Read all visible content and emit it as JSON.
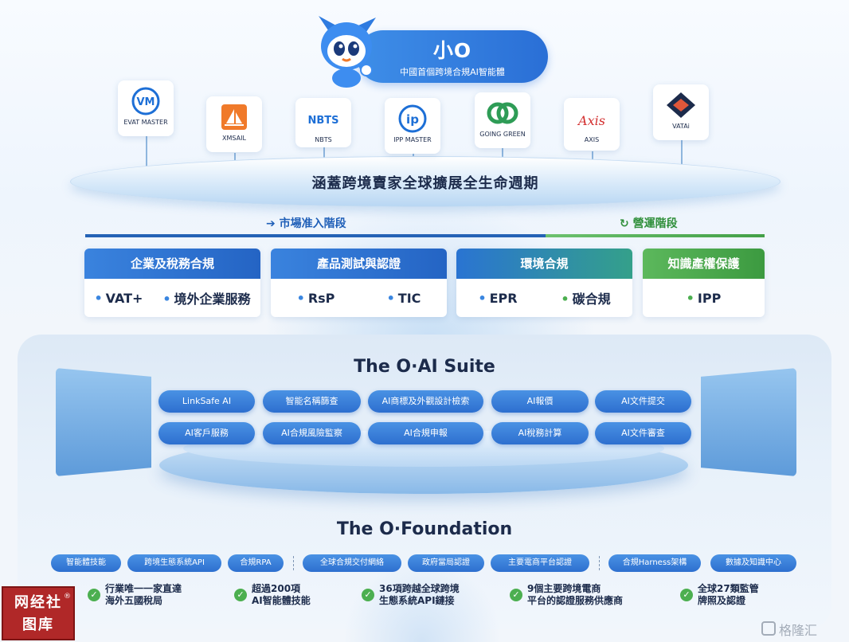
{
  "header": {
    "title": "小O",
    "subtitle": "中國首個跨境合規AI智能體"
  },
  "logos": [
    {
      "name": "EVAT MASTER",
      "icon": "vm-logo-icon",
      "color": "#1d6fd6"
    },
    {
      "name": "XMSAIL",
      "icon": "sail-logo-icon",
      "color": "#f07a2a"
    },
    {
      "name": "NBTS",
      "icon": "nbts-logo-icon",
      "color": "#1d6fd6"
    },
    {
      "name": "IPP MASTER",
      "icon": "ip-logo-icon",
      "color": "#1d6fd6"
    },
    {
      "name": "GOING GREEN",
      "icon": "gg-logo-icon",
      "color": "#2e9c56"
    },
    {
      "name": "AXIS",
      "icon": "axis-logo-icon",
      "color": "#d32f2f"
    },
    {
      "name": "VATAi",
      "icon": "vatai-logo-icon",
      "color": "#e0573a"
    }
  ],
  "lifecycle": "涵蓋跨境賣家全球擴展全生命週期",
  "stages": {
    "market_entry": "市場准入階段",
    "operations": "營運階段"
  },
  "categories": [
    {
      "title": "企業及稅務合規",
      "items": [
        "VAT+",
        "境外企業服務"
      ],
      "color": "#2a6fd0"
    },
    {
      "title": "產品測試與認證",
      "items": [
        "RsP",
        "TIC"
      ],
      "color": "#2a6fd0"
    },
    {
      "title": "環境合規",
      "items": [
        "EPR",
        "碳合規"
      ],
      "color": "#2e8fc7"
    },
    {
      "title": "知識產權保護",
      "items": [
        "IPP"
      ],
      "color": "#43a047"
    }
  ],
  "suite": {
    "title": "The O·AI Suite",
    "row1": [
      "LinkSafe AI",
      "智能名稱篩查",
      "AI商標及外觀設計檢索",
      "AI報價",
      "AI文件提交"
    ],
    "row2": [
      "AI客戶服務",
      "AI合規風險監察",
      "AI合規申報",
      "AI稅務計算",
      "AI文件審查"
    ]
  },
  "foundation": {
    "title": "The O·Foundation",
    "chips": [
      "智能體技能",
      "跨境生態系統API",
      "合規RPA",
      "全球合規交付網絡",
      "政府當局認證",
      "主要電商平台認證",
      "合規Harness架構",
      "數據及知識中心"
    ],
    "features": [
      {
        "line1": "行業唯一一家直達",
        "line2": "海外五國稅局"
      },
      {
        "line1": "超過200項",
        "line2": "AI智能體技能"
      },
      {
        "line1": "36項跨越全球跨境",
        "line2": "生態系統API鏈接"
      },
      {
        "line1": "9個主要跨境電商",
        "line2": "平台的認證服務供應商"
      },
      {
        "line1": "全球27類監管",
        "line2": "牌照及認證"
      }
    ]
  },
  "stamp": {
    "line1": "网经社",
    "line2": "图库",
    "mark": "®"
  },
  "watermark": "格隆汇"
}
